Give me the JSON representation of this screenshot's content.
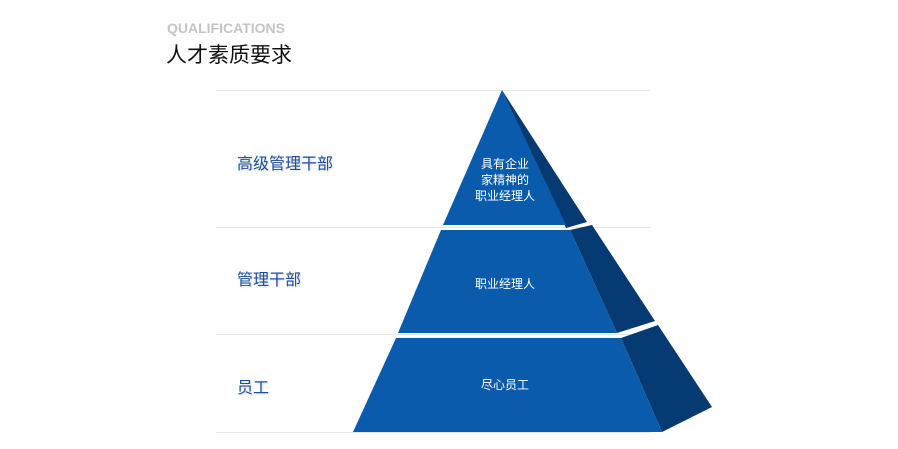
{
  "header": {
    "subtitle_en": "QUALIFICATIONS",
    "title_cn": "人才素质要求"
  },
  "levels": [
    {
      "label": "高级管理干部",
      "tier_lines": [
        "具有企业",
        "家精神的",
        "职业经理人"
      ]
    },
    {
      "label": "管理干部",
      "tier_lines": [
        "职业经理人"
      ]
    },
    {
      "label": "员工",
      "tier_lines": [
        "尽心员工"
      ]
    }
  ],
  "colors": {
    "pyramid_front": "#0a5bab",
    "pyramid_side": "#053a72",
    "label_text": "#1d4f9a"
  }
}
